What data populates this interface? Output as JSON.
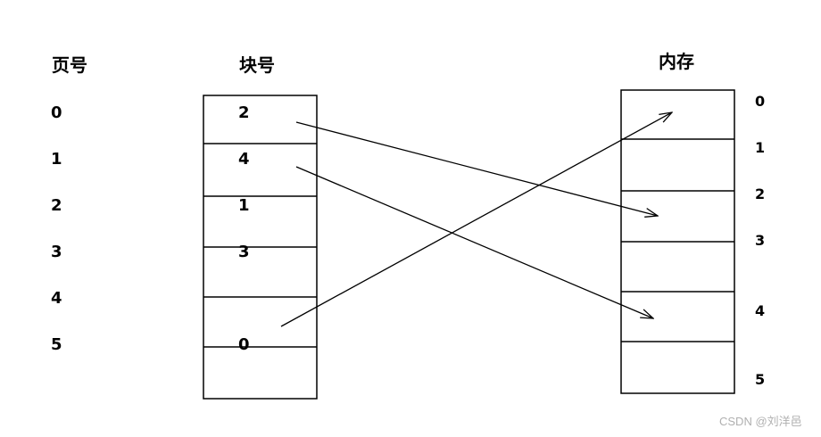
{
  "headers": {
    "page": "页号",
    "block": "块号",
    "memory": "内存"
  },
  "page_numbers": [
    "0",
    "1",
    "2",
    "3",
    "4",
    "5"
  ],
  "block_numbers": [
    "2",
    "4",
    "1",
    "3",
    "",
    "0"
  ],
  "memory_numbers": [
    "0",
    "1",
    "2",
    "3",
    "4",
    "5"
  ],
  "watermark": "CSDN @刘洋邑"
}
